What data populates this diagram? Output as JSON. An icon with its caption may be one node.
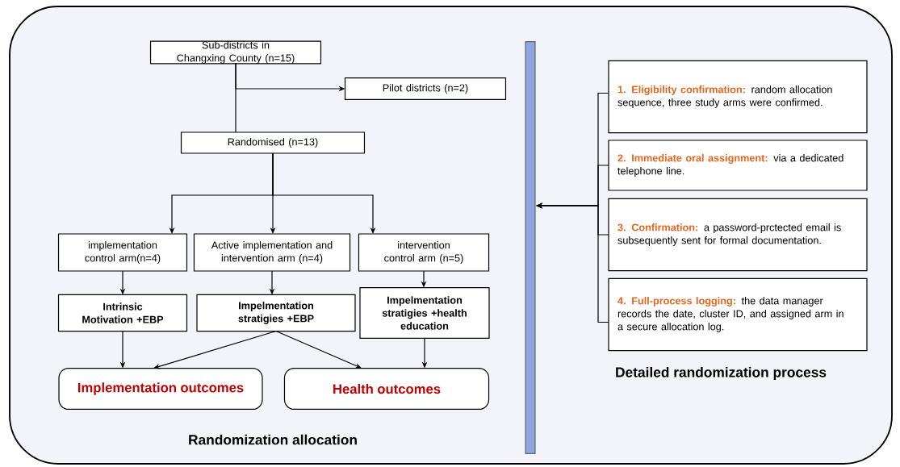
{
  "diagram": {
    "nodes": [
      {
        "text": [
          "Sub-districts in Changxing County (n=15)"
        ]
      },
      {
        "text": [
          "Pilot districts (n=2)"
        ]
      },
      {
        "text": [
          "Randomised (n=13)"
        ]
      },
      {
        "text": [
          "implementation control arm(n=4)"
        ]
      },
      {
        "text": [
          "Active implementation and intervention arm (n=4)"
        ]
      },
      {
        "text": [
          "intervention control arm (n=5)"
        ]
      },
      {
        "text": [
          "Intrinsic Motivation +EBP"
        ]
      },
      {
        "text": [
          "Impelmentation stratigies +EBP"
        ]
      },
      {
        "text": [
          "Impelmentation stratigies +health education"
        ]
      },
      {
        "text": [
          "Implementation outcomes"
        ]
      },
      {
        "text": [
          "Health outcomes"
        ]
      },
      {
        "text": [],
        "shape": "bar"
      },
      {
        "text": [
          "1. Eligibility confirmation:",
          "random allocation sequence, three study arms were confirmed."
        ]
      },
      {
        "text": [
          "2. Immediate oral assignment:",
          "via a dedicated telephone line."
        ]
      },
      {
        "text": [
          "3. Confirmation:",
          "a password-prctected email is subsequently sent for formal documentation."
        ]
      },
      {
        "text": [
          "4. Full-process logging:",
          "the data manager records the date, cluster ID, and assigned arm in a secure allocation log."
        ]
      }
    ],
    "edges": [
      {
        "from": 0,
        "to": 1,
        "arrow": "to"
      },
      {
        "from": 0,
        "to": 2,
        "arrow": "none"
      },
      {
        "from": 2,
        "to": 3,
        "arrow": "to"
      },
      {
        "from": 2,
        "to": 4,
        "arrow": "to"
      },
      {
        "from": 2,
        "to": 5,
        "arrow": "to"
      },
      {
        "from": 3,
        "to": 6,
        "arrow": "to"
      },
      {
        "from": 4,
        "to": 7,
        "arrow": "to"
      },
      {
        "from": 5,
        "to": 8,
        "arrow": "to"
      },
      {
        "from": 6,
        "to": 9,
        "arrow": "to"
      },
      {
        "from": 7,
        "to": 9,
        "arrow": "to"
      },
      {
        "from": 7,
        "to": 10,
        "arrow": "to"
      },
      {
        "from": 8,
        "to": 10,
        "arrow": "to"
      },
      {
        "from": 12,
        "to": 11,
        "arrow": "to"
      },
      {
        "from": 13,
        "to": 11,
        "arrow": "to"
      },
      {
        "from": 14,
        "to": 11,
        "arrow": "to"
      },
      {
        "from": 15,
        "to": 11,
        "arrow": "to"
      }
    ],
    "labels": [
      "Detailed randomization process",
      "Randomization allocation"
    ]
  }
}
